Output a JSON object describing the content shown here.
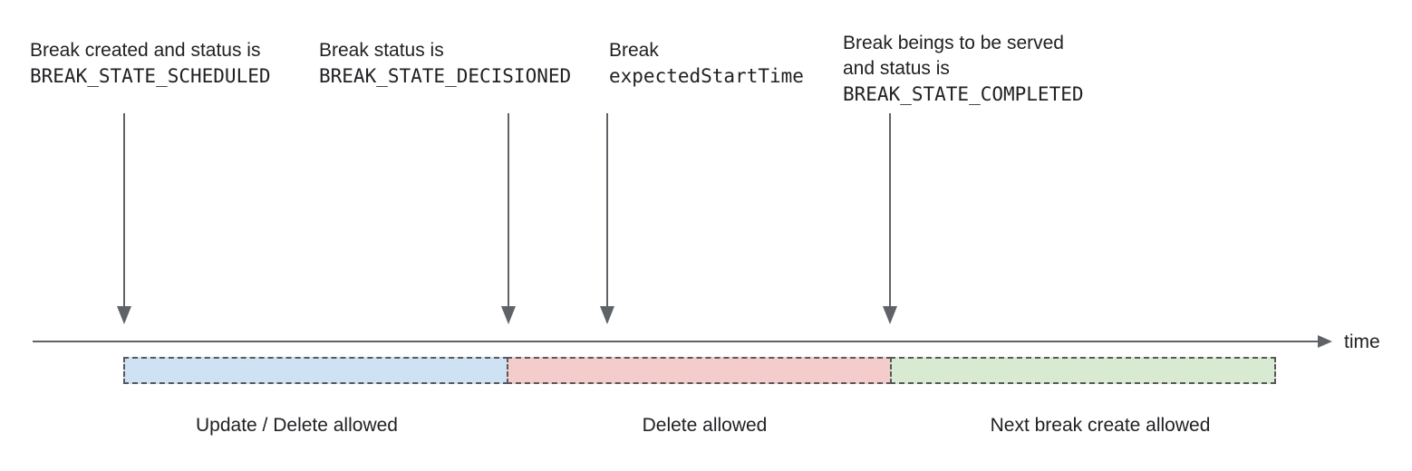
{
  "annotations": [
    {
      "line1": "Break created and status is",
      "line2": "BREAK_STATE_SCHEDULED"
    },
    {
      "line1": "Break status is",
      "line2": "BREAK_STATE_DECISIONED"
    },
    {
      "line1": "Break",
      "line2": "expectedStartTime"
    },
    {
      "line1": "Break beings to be served",
      "line2": "and status is",
      "line3": "BREAK_STATE_COMPLETED"
    }
  ],
  "timeline": {
    "axis_label": "time"
  },
  "segments": [
    {
      "label": "Update / Delete allowed",
      "fill": "#cfe2f3"
    },
    {
      "label": "Delete allowed",
      "fill": "#f4cccc"
    },
    {
      "label": "Next break create allowed",
      "fill": "#d9ead3"
    }
  ],
  "colors": {
    "line": "#5f6368",
    "segment_border": "#595959",
    "text": "#202124"
  }
}
